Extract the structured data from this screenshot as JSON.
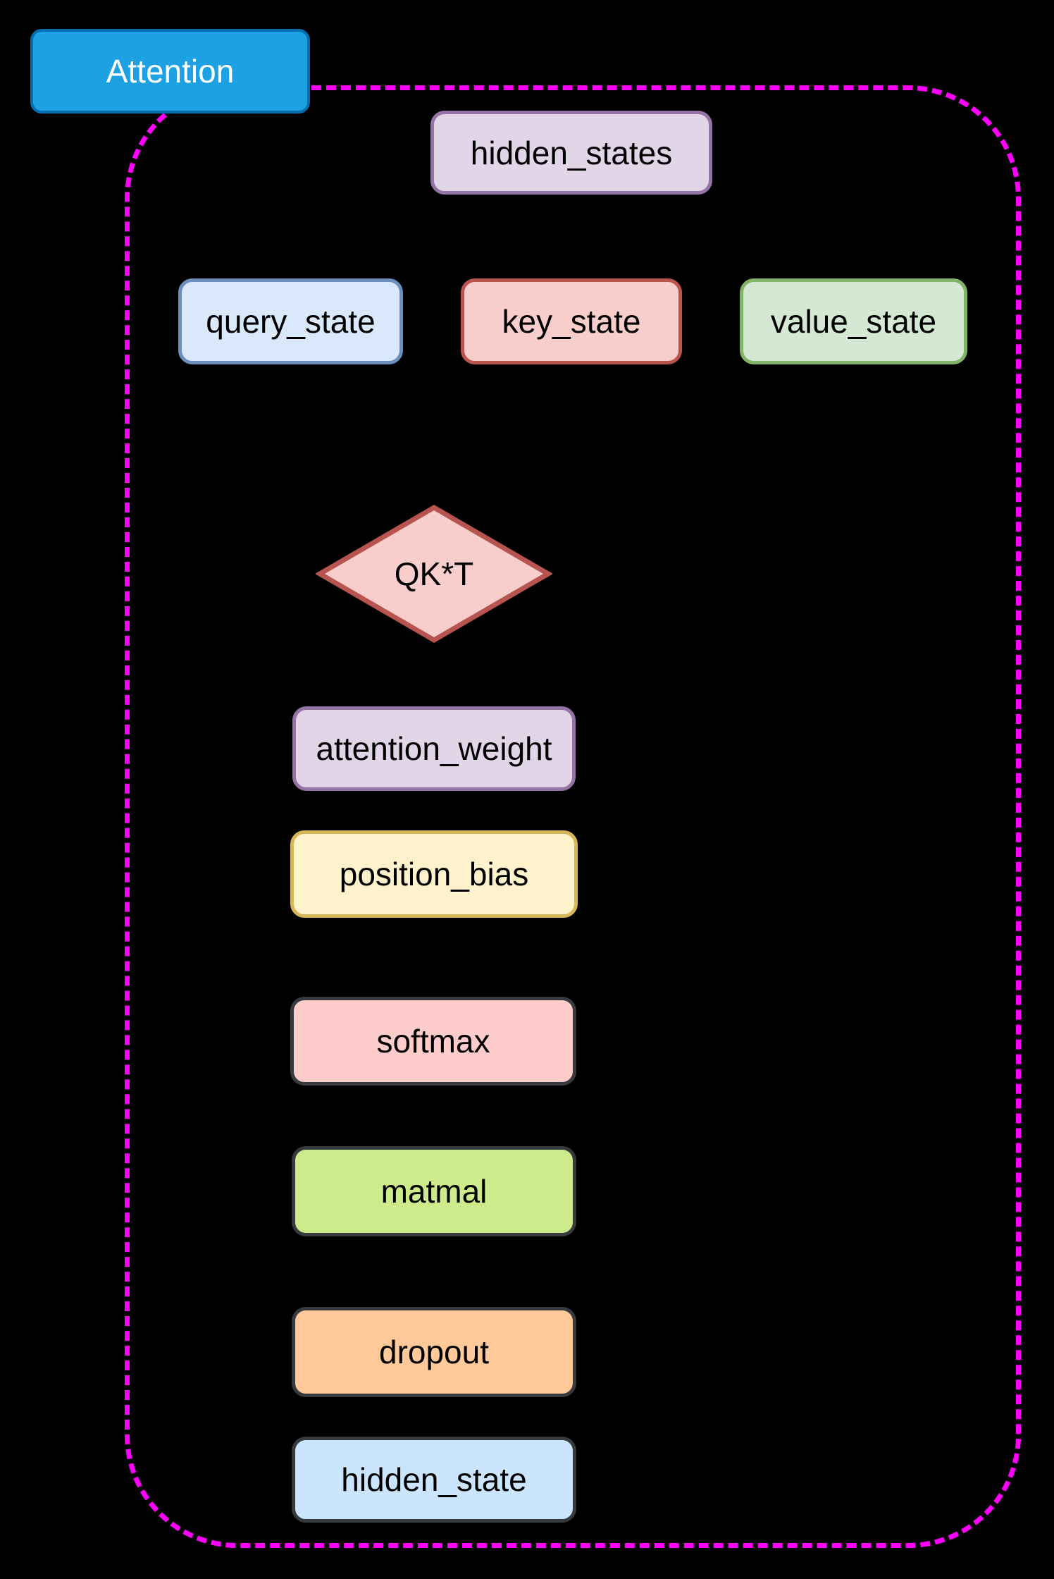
{
  "diagram": {
    "background_color": "#000000",
    "frame_color": "#FF00FF",
    "frame_style": "dashed-rounded-rectangle"
  },
  "title_box": {
    "label": "Attention",
    "fill": "#1DA1E2",
    "border": "#006EAF",
    "text_color": "#FFFFFF"
  },
  "nodes": [
    {
      "id": "hidden_states",
      "label": "hidden_states",
      "shape": "rounded-rect",
      "fill": "#E1D5E7",
      "border": "#9673A6"
    },
    {
      "id": "query_state",
      "label": "query_state",
      "shape": "rounded-rect",
      "fill": "#DAE8FC",
      "border": "#6C8EBF"
    },
    {
      "id": "key_state",
      "label": "key_state",
      "shape": "rounded-rect",
      "fill": "#F8CECC",
      "border": "#B85450"
    },
    {
      "id": "value_state",
      "label": "value_state",
      "shape": "rounded-rect",
      "fill": "#D5E8D4",
      "border": "#82B366"
    },
    {
      "id": "qkt",
      "label": "QK*T",
      "shape": "diamond",
      "fill": "#F8CECC",
      "border": "#B85450"
    },
    {
      "id": "attention_weight",
      "label": "attention_weight",
      "shape": "rounded-rect",
      "fill": "#E1D5E7",
      "border": "#9673A6"
    },
    {
      "id": "position_bias",
      "label": "position_bias",
      "shape": "rounded-rect",
      "fill": "#FFF2CC",
      "border": "#D6B656"
    },
    {
      "id": "softmax",
      "label": "softmax",
      "shape": "rounded-rect",
      "fill": "#FFCCCC",
      "border": "#36393D"
    },
    {
      "id": "matmal",
      "label": "matmal",
      "shape": "rounded-rect",
      "fill": "#CDEB8B",
      "border": "#36393D"
    },
    {
      "id": "dropout",
      "label": "dropout",
      "shape": "rounded-rect",
      "fill": "#FFC999",
      "border": "#36393D"
    },
    {
      "id": "hidden_state",
      "label": "hidden_state",
      "shape": "rounded-rect",
      "fill": "#CCE5FF",
      "border": "#36393D"
    }
  ]
}
